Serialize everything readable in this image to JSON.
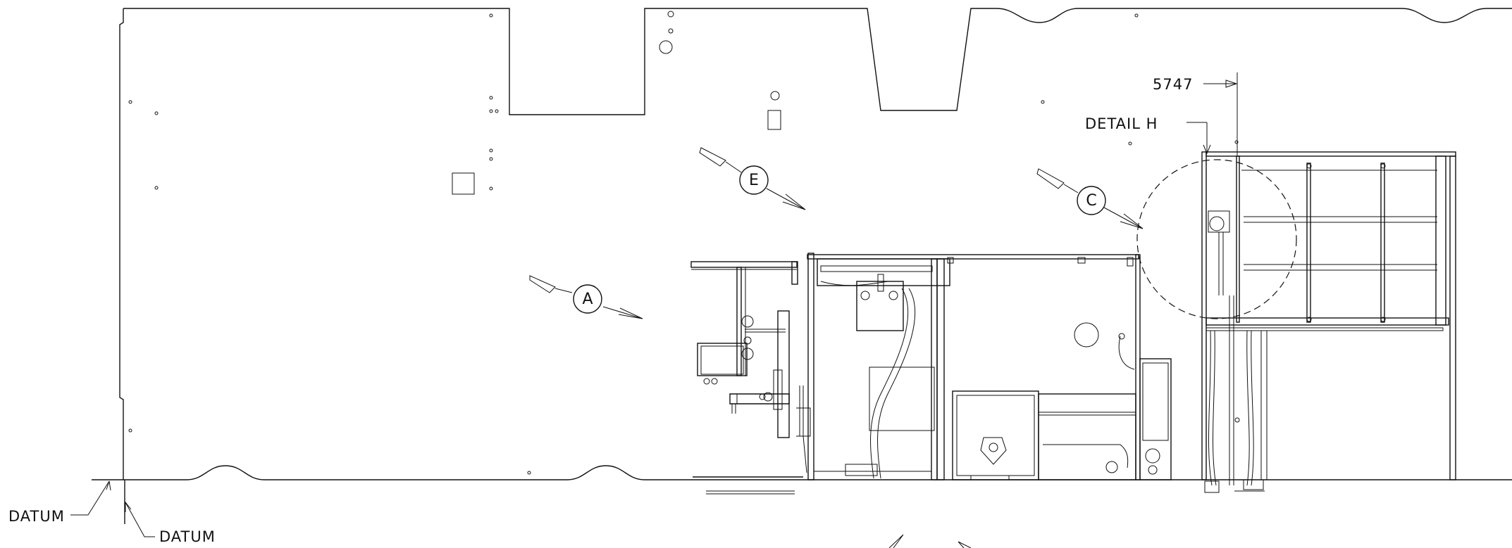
{
  "drawing": {
    "callouts": {
      "datum_left": "DATUM",
      "datum_right": "DATUM",
      "dimension": "5747",
      "detail": "DETAIL H"
    },
    "view_markers": [
      {
        "id": "A",
        "label": "A"
      },
      {
        "id": "E",
        "label": "E"
      },
      {
        "id": "C",
        "label": "C"
      }
    ]
  }
}
